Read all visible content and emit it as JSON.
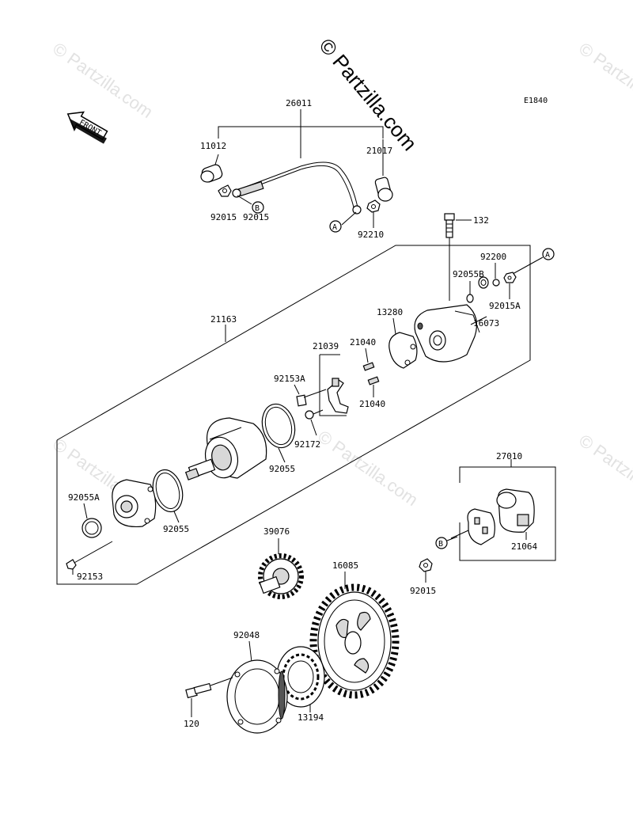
{
  "watermark": {
    "main": "© Partzilla.com",
    "faint": "© Partzilla.com"
  },
  "diagram_code": "E1840",
  "front_label": "FRONT",
  "connectors": {
    "a": "A",
    "b": "B"
  },
  "parts": {
    "p26011": "26011",
    "p11012": "11012",
    "p21017": "21017",
    "p92015_top": "92015",
    "p92210": "92210",
    "p132": "132",
    "p92200": "92200",
    "p92055B": "92055B",
    "p92015A": "92015A",
    "p16073": "16073",
    "p21163": "21163",
    "p13280": "13280",
    "p21039": "21039",
    "p21040_a": "21040",
    "p21040_b": "21040",
    "p92153A": "92153A",
    "p92172": "92172",
    "p92055_a": "92055",
    "p92055_b": "92055",
    "p92055A": "92055A",
    "p92153": "92153",
    "p27010": "27010",
    "p21064": "21064",
    "p92015_bottom": "92015",
    "p39076": "39076",
    "p16085": "16085",
    "p92048": "92048",
    "p120": "120",
    "p13194": "13194"
  }
}
